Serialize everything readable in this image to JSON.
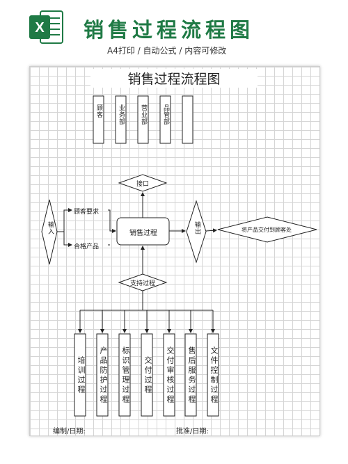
{
  "banner": {
    "title": "销售过程流程图",
    "subtitle": "A4打印 / 自动公式 / 内容可修改",
    "logo_letter": "X",
    "accent_color": "#1f7a45"
  },
  "document": {
    "title": "销售过程流程图",
    "departments": [
      "顾客",
      "业务部",
      "营业部",
      "品管部",
      ""
    ],
    "interface_label": "接口",
    "input_label": "输入",
    "input_items": [
      "顾客要求",
      "合格产品"
    ],
    "process_label": "销售过程",
    "output_label": "输出",
    "output_target": "将产品交付到顾客处",
    "support_label": "支持过程",
    "support_processes": [
      "培训过程",
      "产品防护过程",
      "标识管理过程",
      "交付过程",
      "交付审核过程",
      "售后服务过程",
      "文件控制过程"
    ]
  },
  "footer": {
    "prepared": "编制/日期:",
    "approved": "批准/日期:"
  }
}
